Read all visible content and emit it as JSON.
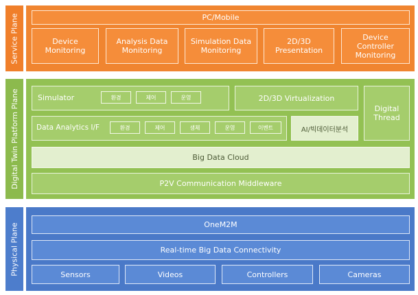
{
  "service_plane": {
    "label": "Service Plane",
    "pc_mobile": "PC/Mobile",
    "boxes": [
      {
        "line1": "Device",
        "line2": "Monitoring"
      },
      {
        "line1": "Analysis Data",
        "line2": "Monitoring"
      },
      {
        "line1": "Simulation Data",
        "line2": "Monitoring"
      },
      {
        "line1": "2D/3D",
        "line2": "Presentation"
      },
      {
        "line1": "Device",
        "line2": "Controller",
        "line3": "Monitoring"
      }
    ]
  },
  "platform_plane": {
    "label": "Digital Twin Platform Plane",
    "simulator": {
      "label": "Simulator",
      "chips": [
        "환경",
        "제어",
        "운영"
      ]
    },
    "virtualization": "2D/3D Virtualization",
    "digital_thread": {
      "line1": "Digital",
      "line2": "Thread"
    },
    "analytics": {
      "label": "Data Analytics I/F",
      "chips": [
        "환경",
        "제어",
        "생체",
        "운영",
        "이벤트"
      ]
    },
    "ai_bigdata": "AI/빅데이터분석",
    "big_data_cloud": "Big Data Cloud",
    "p2v": "P2V Communication Middleware"
  },
  "physical_plane": {
    "label": "Physical Plane",
    "onem2m": "OneM2M",
    "connectivity": "Real-time Big Data Connectivity",
    "devices": [
      "Sensors",
      "Videos",
      "Controllers",
      "Cameras"
    ]
  },
  "colors": {
    "service": "#f08530",
    "platform": "#93c153",
    "physical": "#4a79c8"
  }
}
